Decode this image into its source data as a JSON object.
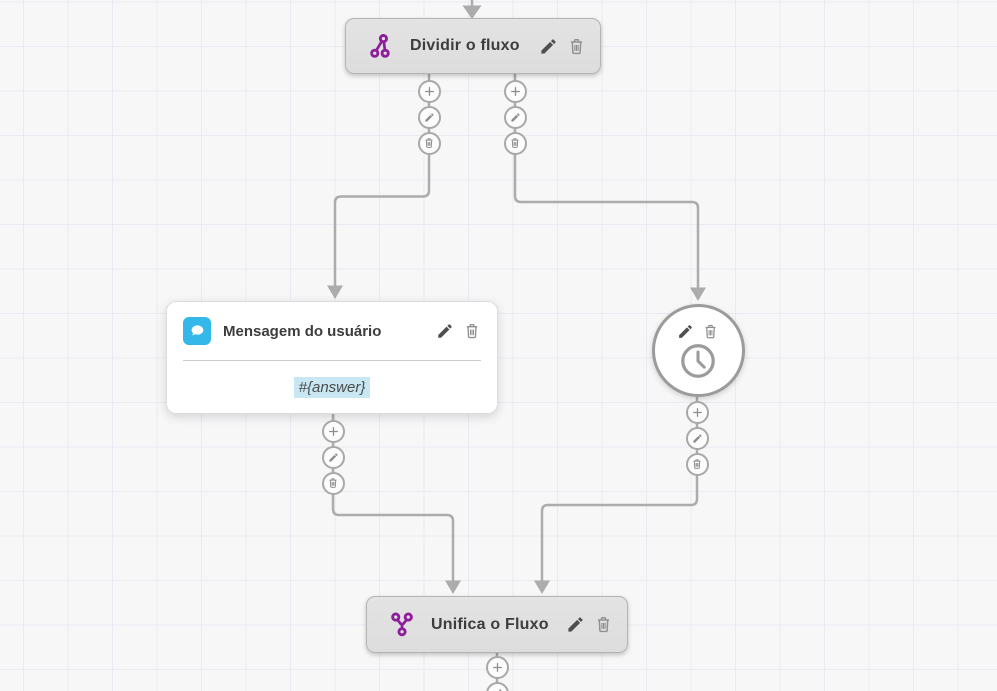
{
  "canvas": {
    "background": "#f7f7f8",
    "grid_line_color": "#e8ebf2"
  },
  "colors": {
    "canvas-bg": "#f7f7f8",
    "grid": "#e8ebf2",
    "connector": "#acacac",
    "purple": "#8e1d9b",
    "blue": "#34b7e9",
    "highlight": "#c8e7f2",
    "node-gray": "#e3e3e3",
    "node-border": "#b4b4b4",
    "title-text": "#3d3d3d"
  },
  "nodes": {
    "split": {
      "title": "Dividir o fluxo",
      "icon": "split-icon"
    },
    "message": {
      "title": "Mensagem do usuário",
      "icon": "chat-bubble-icon",
      "body": "#{answer}"
    },
    "timer": {
      "icon": "clock-icon"
    },
    "merge": {
      "title": "Unifica o Fluxo",
      "icon": "merge-icon"
    }
  },
  "node_actions": [
    "edit",
    "delete"
  ],
  "connector_menu": {
    "buttons": [
      "add",
      "edit",
      "delete"
    ]
  }
}
